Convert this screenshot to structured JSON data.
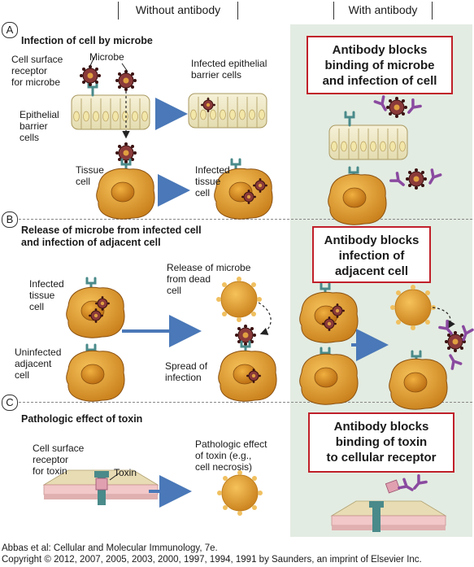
{
  "columns": {
    "without": "Without antibody",
    "with": "With antibody"
  },
  "sectionA": {
    "letter": "A",
    "title": "Infection of cell by microbe",
    "label_receptor": [
      "Cell surface",
      "receptor",
      "for microbe"
    ],
    "label_microbe": "Microbe",
    "label_epithelial": [
      "Epithelial",
      "barrier",
      "cells"
    ],
    "label_infected_epithelial": [
      "Infected epithelial",
      "barrier cells"
    ],
    "label_tissue_cell": [
      "Tissue",
      "cell"
    ],
    "label_infected_tissue": [
      "Infected",
      "tissue",
      "cell"
    ],
    "box": [
      "Antibody blocks",
      "binding of microbe",
      "and infection of cell"
    ]
  },
  "sectionB": {
    "letter": "B",
    "title": [
      "Release of microbe from infected cell",
      "and infection of adjacent cell"
    ],
    "label_infected_tissue": [
      "Infected",
      "tissue",
      "cell"
    ],
    "label_uninfected": [
      "Uninfected",
      "adjacent",
      "cell"
    ],
    "label_release": [
      "Release of microbe",
      "from dead",
      "cell"
    ],
    "label_spread": [
      "Spread of",
      "infection"
    ],
    "box": [
      "Antibody blocks",
      "infection of",
      "adjacent cell"
    ]
  },
  "sectionC": {
    "letter": "C",
    "title": "Pathologic effect of toxin",
    "label_receptor": [
      "Cell surface",
      "receptor",
      "for toxin"
    ],
    "label_toxin": "Toxin",
    "label_effect": [
      "Pathologic effect",
      "of toxin (e.g.,",
      "cell necrosis)"
    ],
    "box": [
      "Antibody blocks",
      "binding of toxin",
      "to cellular receptor"
    ]
  },
  "footer": {
    "line1": "Abbas et al: Cellular and Molecular Immunology, 7e.",
    "line2": "Copyright © 2012, 2007, 2005, 2003, 2000, 1997, 1994, 1991 by Saunders, an imprint of Elsevier Inc."
  },
  "colors": {
    "panel": "#e3ece2",
    "box_border": "#c0202a",
    "cell": "#e8a02a",
    "microbe": "#8a3a3a",
    "antibody": "#8a4aa0",
    "receptor": "#4a8a8a"
  }
}
